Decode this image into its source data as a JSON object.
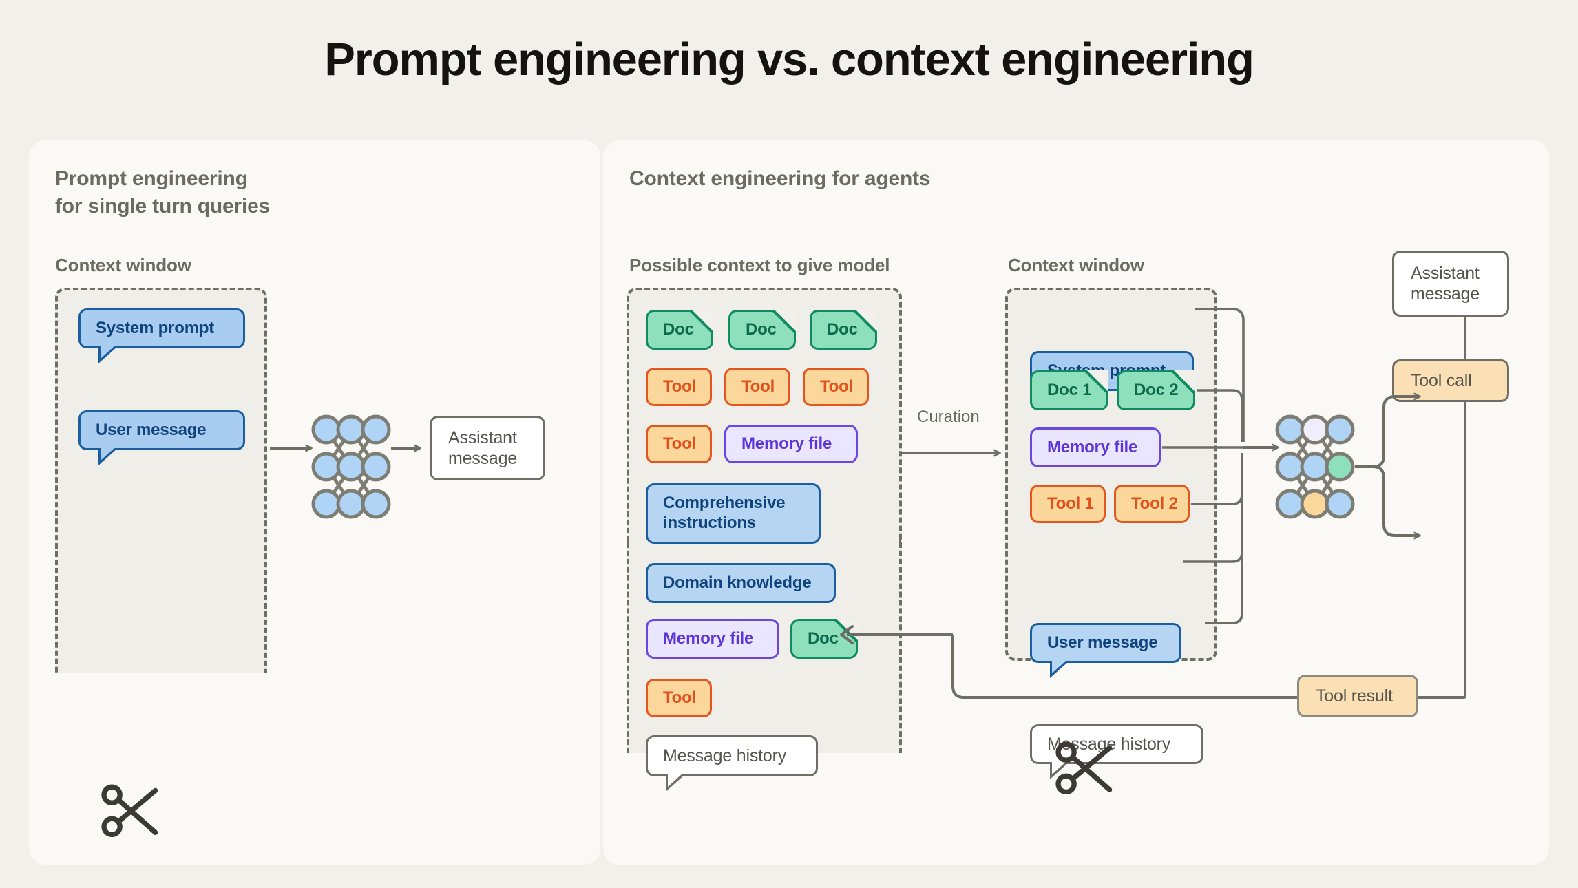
{
  "title": "Prompt engineering vs. context engineering",
  "left_panel": {
    "heading": "Prompt engineering\nfor single turn queries",
    "context_window_label": "Context window",
    "chips": [
      {
        "label": "System prompt",
        "kind": "blue-bubble"
      },
      {
        "label": "User message",
        "kind": "blue-bubble"
      }
    ],
    "model_icon": "neural-network-icon",
    "output": {
      "label": "Assistant\nmessage",
      "kind": "white-box"
    },
    "truncation_icon": "scissors-icon"
  },
  "right_panel": {
    "heading": "Context engineering for agents",
    "possible_context_label": "Possible context to give model",
    "context_window_label": "Context window",
    "curation_label": "Curation",
    "possible_context_chips": [
      {
        "label": "Doc",
        "kind": "doc"
      },
      {
        "label": "Doc",
        "kind": "doc"
      },
      {
        "label": "Doc",
        "kind": "doc"
      },
      {
        "label": "Tool",
        "kind": "tool"
      },
      {
        "label": "Tool",
        "kind": "tool"
      },
      {
        "label": "Tool",
        "kind": "tool"
      },
      {
        "label": "Tool",
        "kind": "tool"
      },
      {
        "label": "Memory file",
        "kind": "memory"
      },
      {
        "label": "Comprehensive\ninstructions",
        "kind": "blue"
      },
      {
        "label": "Domain knowledge",
        "kind": "blue"
      },
      {
        "label": "Memory file",
        "kind": "memory"
      },
      {
        "label": "Doc",
        "kind": "doc"
      },
      {
        "label": "Tool",
        "kind": "tool"
      },
      {
        "label": "Message history",
        "kind": "white-bubble"
      }
    ],
    "context_window_chips": [
      {
        "label": "System prompt",
        "kind": "blue-bubble"
      },
      {
        "label": "Doc 1",
        "kind": "doc"
      },
      {
        "label": "Doc 2",
        "kind": "doc"
      },
      {
        "label": "Memory file",
        "kind": "memory"
      },
      {
        "label": "Tool 1",
        "kind": "tool"
      },
      {
        "label": "Tool 2",
        "kind": "tool"
      },
      {
        "label": "User message",
        "kind": "blue-bubble"
      },
      {
        "label": "Message history",
        "kind": "white-bubble"
      }
    ],
    "model_icon": "neural-network-icon",
    "outputs": [
      {
        "label": "Assistant\nmessage",
        "kind": "white-box"
      },
      {
        "label": "Tool call",
        "kind": "tool-call"
      }
    ],
    "feedback": {
      "label": "Tool result",
      "kind": "tool-result"
    },
    "truncation_icon": "scissors-icon"
  },
  "colors": {
    "page_bg": "#f2f0ea",
    "panel_bg": "#faf9f5",
    "dashed_bg": "#efeee8",
    "stroke": "#6e6e66",
    "blue_fill": "#a9cdf0",
    "blue_stroke": "#1b5e9e",
    "green_fill": "#8ee0bd",
    "green_stroke": "#0f8a63",
    "orange_fill": "#fbd79b",
    "orange_stroke": "#e4561f",
    "purple_fill": "#eae6ff",
    "purple_stroke": "#6b46e0",
    "node_blue": "#a9cdf0",
    "node_green": "#8ee0bd",
    "node_orange": "#fbd79b",
    "node_white": "#f1eefc"
  }
}
